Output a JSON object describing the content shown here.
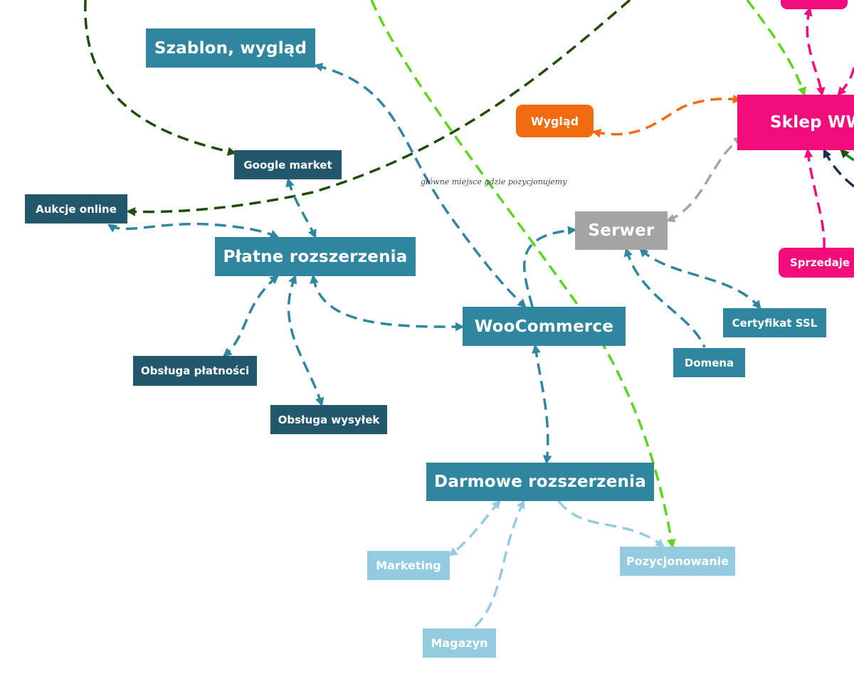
{
  "nodes": {
    "szablon": "Szablon, wygląd",
    "google_market": "Google market",
    "aukcje_online": "Aukcje online",
    "platne_rozszerzenia": "Płatne rozszerzenia",
    "woocommerce": "WooCommerce",
    "obsluga_platnosci": "Obsługa płatności",
    "obsluga_wysylek": "Obsługa wysyłek",
    "darmowe_rozszerzenia": "Darmowe rozszerzenia",
    "marketing": "Marketing",
    "magazyn": "Magazyn",
    "pozycjonowanie": "Pozycjonowanie",
    "wyglad": "Wygląd",
    "sklep_www": "Sklep WWW",
    "serwer": "Serwer",
    "sprzedaje": "Sprzedaje",
    "certyfikat_ssl": "Certyfikat SSL",
    "domena": "Domena"
  },
  "annotation": "główne miejsce gdzie pozycjonujemy",
  "colors": {
    "teal": "#31869f",
    "dark_teal": "#22576c",
    "light_teal": "#95cbe0",
    "grey": "#a4a4a4",
    "orange": "#f26b10",
    "pink": "#f30d7c",
    "green_arrow": "#5cd61c",
    "dark_green_arrow": "#1f4d0a",
    "navy_arrow": "#1b3050"
  }
}
